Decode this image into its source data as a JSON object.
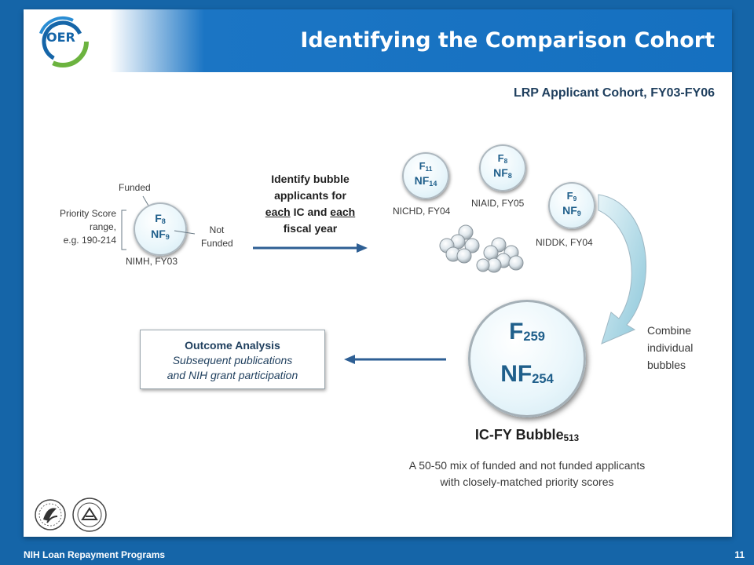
{
  "title": "Identifying the Comparison Cohort",
  "logo_text": "OER",
  "subtitle": "LRP Applicant Cohort, FY03-FY06",
  "example_bubble": {
    "f_label": "F",
    "f_sub": "8",
    "nf_label": "NF",
    "nf_sub": "9",
    "funded_label": "Funded",
    "not_funded_line1": "Not",
    "not_funded_line2": "Funded",
    "priority_line1": "Priority Score",
    "priority_line2": "range,",
    "priority_line3": "e.g. 190-214",
    "caption": "NIMH, FY03"
  },
  "instruction": {
    "line1": "Identify bubble",
    "line2": "applicants for",
    "line3_u1": "each",
    "line3_mid": " IC and ",
    "line3_u2": "each",
    "line4": "fiscal year"
  },
  "bubbles": [
    {
      "f_label": "F",
      "f_sub": "11",
      "nf_label": "NF",
      "nf_sub": "14",
      "caption": "NICHD, FY04"
    },
    {
      "f_label": "F",
      "f_sub": "8",
      "nf_label": "NF",
      "nf_sub": "8",
      "caption": "NIAID, FY05"
    },
    {
      "f_label": "F",
      "f_sub": "9",
      "nf_label": "NF",
      "nf_sub": "9",
      "caption": "NIDDK, FY04"
    }
  ],
  "big_bubble": {
    "f_label": "F",
    "f_sub": "259",
    "nf_label": "NF",
    "nf_sub": "254",
    "name_main": "IC-FY Bubble",
    "name_sub": "513",
    "desc_line1": "A 50-50 mix of funded and not funded applicants",
    "desc_line2": "with closely-matched priority scores"
  },
  "combine_text": {
    "line1": "Combine",
    "line2": "individual",
    "line3": "bubbles"
  },
  "outcome": {
    "title": "Outcome Analysis",
    "line1": "Subsequent publications",
    "line2": "and NIH grant participation"
  },
  "footer": {
    "program": "NIH Loan Repayment Programs",
    "page": "11"
  },
  "colors": {
    "title_bar": "#1570c0",
    "arrow": "#2e5f94",
    "bubble_text": "#1f5f8b",
    "background": "#1565a8"
  }
}
